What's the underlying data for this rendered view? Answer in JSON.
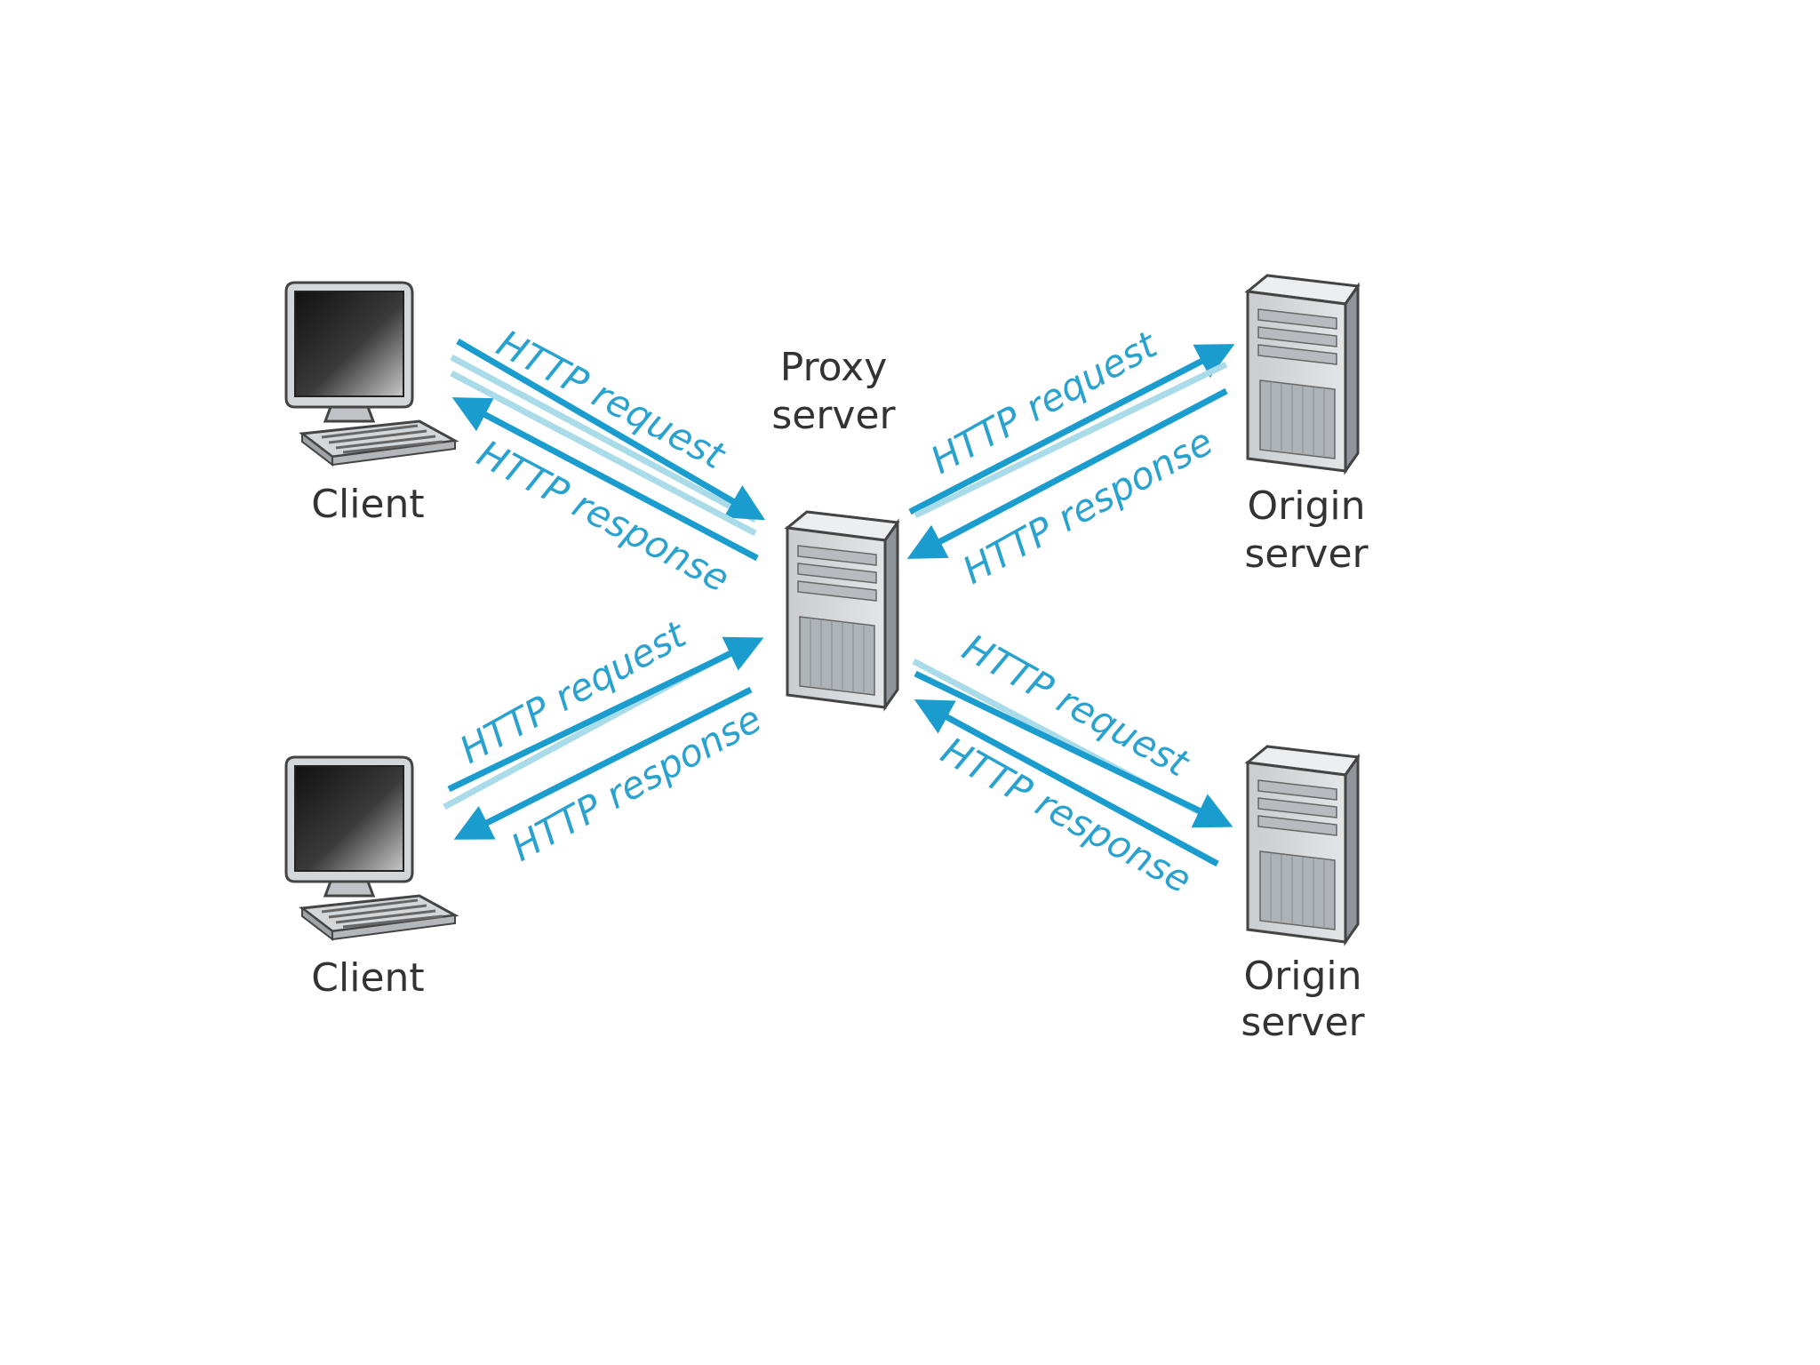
{
  "colors": {
    "arrow_strong": "#1a9ccf",
    "arrow_light": "#a9dbe9",
    "arrow_text": "#2aa2cf",
    "label_text": "#333333",
    "server_body": "#d6d9dc",
    "server_side": "#9ea3a8",
    "monitor_frame": "#cfd2d5",
    "screen": "#2e2e2e"
  },
  "nodes": {
    "proxy": {
      "line1": "Proxy",
      "line2": "server",
      "icon": "server-tower-icon"
    },
    "client_top": {
      "label": "Client",
      "icon": "desktop-computer-icon"
    },
    "client_bottom": {
      "label": "Client",
      "icon": "desktop-computer-icon"
    },
    "origin_top": {
      "line1": "Origin",
      "line2": "server",
      "icon": "server-tower-icon"
    },
    "origin_bottom": {
      "line1": "Origin",
      "line2": "server",
      "icon": "server-tower-icon"
    }
  },
  "arrows": {
    "tl_request": "HTTP request",
    "tl_response": "HTTP response",
    "bl_request": "HTTP request",
    "bl_response": "HTTP response",
    "tr_request": "HTTP request",
    "tr_response": "HTTP response",
    "br_request": "HTTP request",
    "br_response": "HTTP response"
  }
}
